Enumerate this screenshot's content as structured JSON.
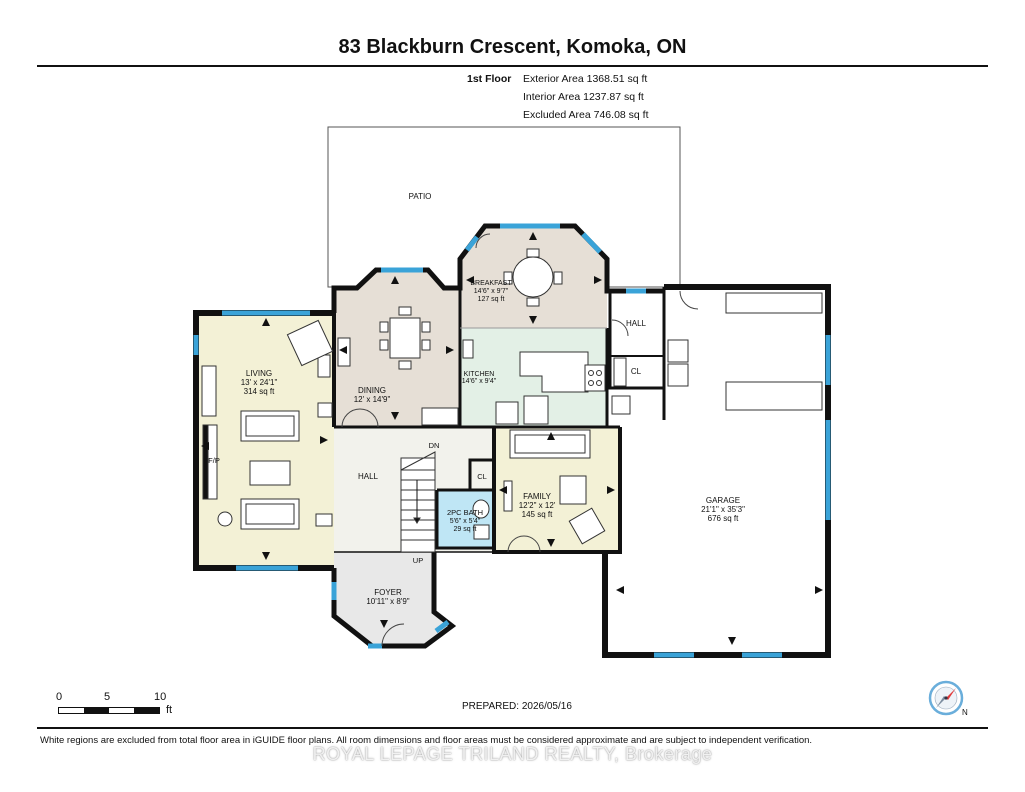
{
  "header": {
    "title": "83 Blackburn Crescent, Komoka, ON"
  },
  "floor_stats": {
    "floor_label": "1st Floor",
    "exterior_area": "Exterior Area 1368.51 sq ft",
    "interior_area": "Interior Area 1237.87 sq ft",
    "excluded_area": "Excluded Area 746.08 sq ft"
  },
  "rooms": {
    "patio": {
      "name": "PATIO"
    },
    "breakfast": {
      "name": "BREAKFAST",
      "dims": "14'6\" x 9'7\"",
      "area": "127 sq ft"
    },
    "dining": {
      "name": "DINING",
      "dims": "12' x 14'9\""
    },
    "kitchen": {
      "name": "KITCHEN",
      "dims": "14'6\" x 9'4\""
    },
    "living": {
      "name": "LIVING",
      "dims": "13' x 24'1\"",
      "area": "314 sq ft"
    },
    "hall_upper": {
      "name": "HALL"
    },
    "closet_upper": {
      "name": "CL"
    },
    "hall_main": {
      "name": "HALL"
    },
    "dn": {
      "name": "DN"
    },
    "closet_main": {
      "name": "CL"
    },
    "fireplace": {
      "name": "F/P"
    },
    "bath": {
      "name": "2PC BATH",
      "dims": "5'6\" x 5'4\"",
      "area": "29 sq ft"
    },
    "family": {
      "name": "FAMILY",
      "dims": "12'2\" x 12'",
      "area": "145 sq ft"
    },
    "up": {
      "name": "UP"
    },
    "foyer": {
      "name": "FOYER",
      "dims": "10'11\" x 8'9\""
    },
    "garage": {
      "name": "GARAGE",
      "dims": "21'1\" x 35'3\"",
      "area": "676 sq ft"
    }
  },
  "scale_bar": {
    "tick_0": "0",
    "tick_5": "5",
    "tick_10": "10",
    "unit": "ft"
  },
  "footer": {
    "prepared": "PREPARED: 2026/05/16",
    "disclaimer": "White regions are excluded from total floor area in iGUIDE floor plans. All room dimensions and floor areas must be considered approximate and are subject to independent verification.",
    "watermark": "ROYAL LEPAGE TRILAND REALTY, Brokerage"
  },
  "compass": {
    "label": "N"
  },
  "colors": {
    "living_fill": "#f3f1d6",
    "dining_fill": "#e6dfd6",
    "breakfast_fill": "#e6dfd6",
    "kitchen_fill": "#e3f0e6",
    "hall_fill": "#f2f2ec",
    "family_fill": "#f3f1d6",
    "bath_fill": "#bfe6f5",
    "foyer_fill": "#e8e8e8",
    "wall": "#111111",
    "window": "#3aa3d8"
  }
}
